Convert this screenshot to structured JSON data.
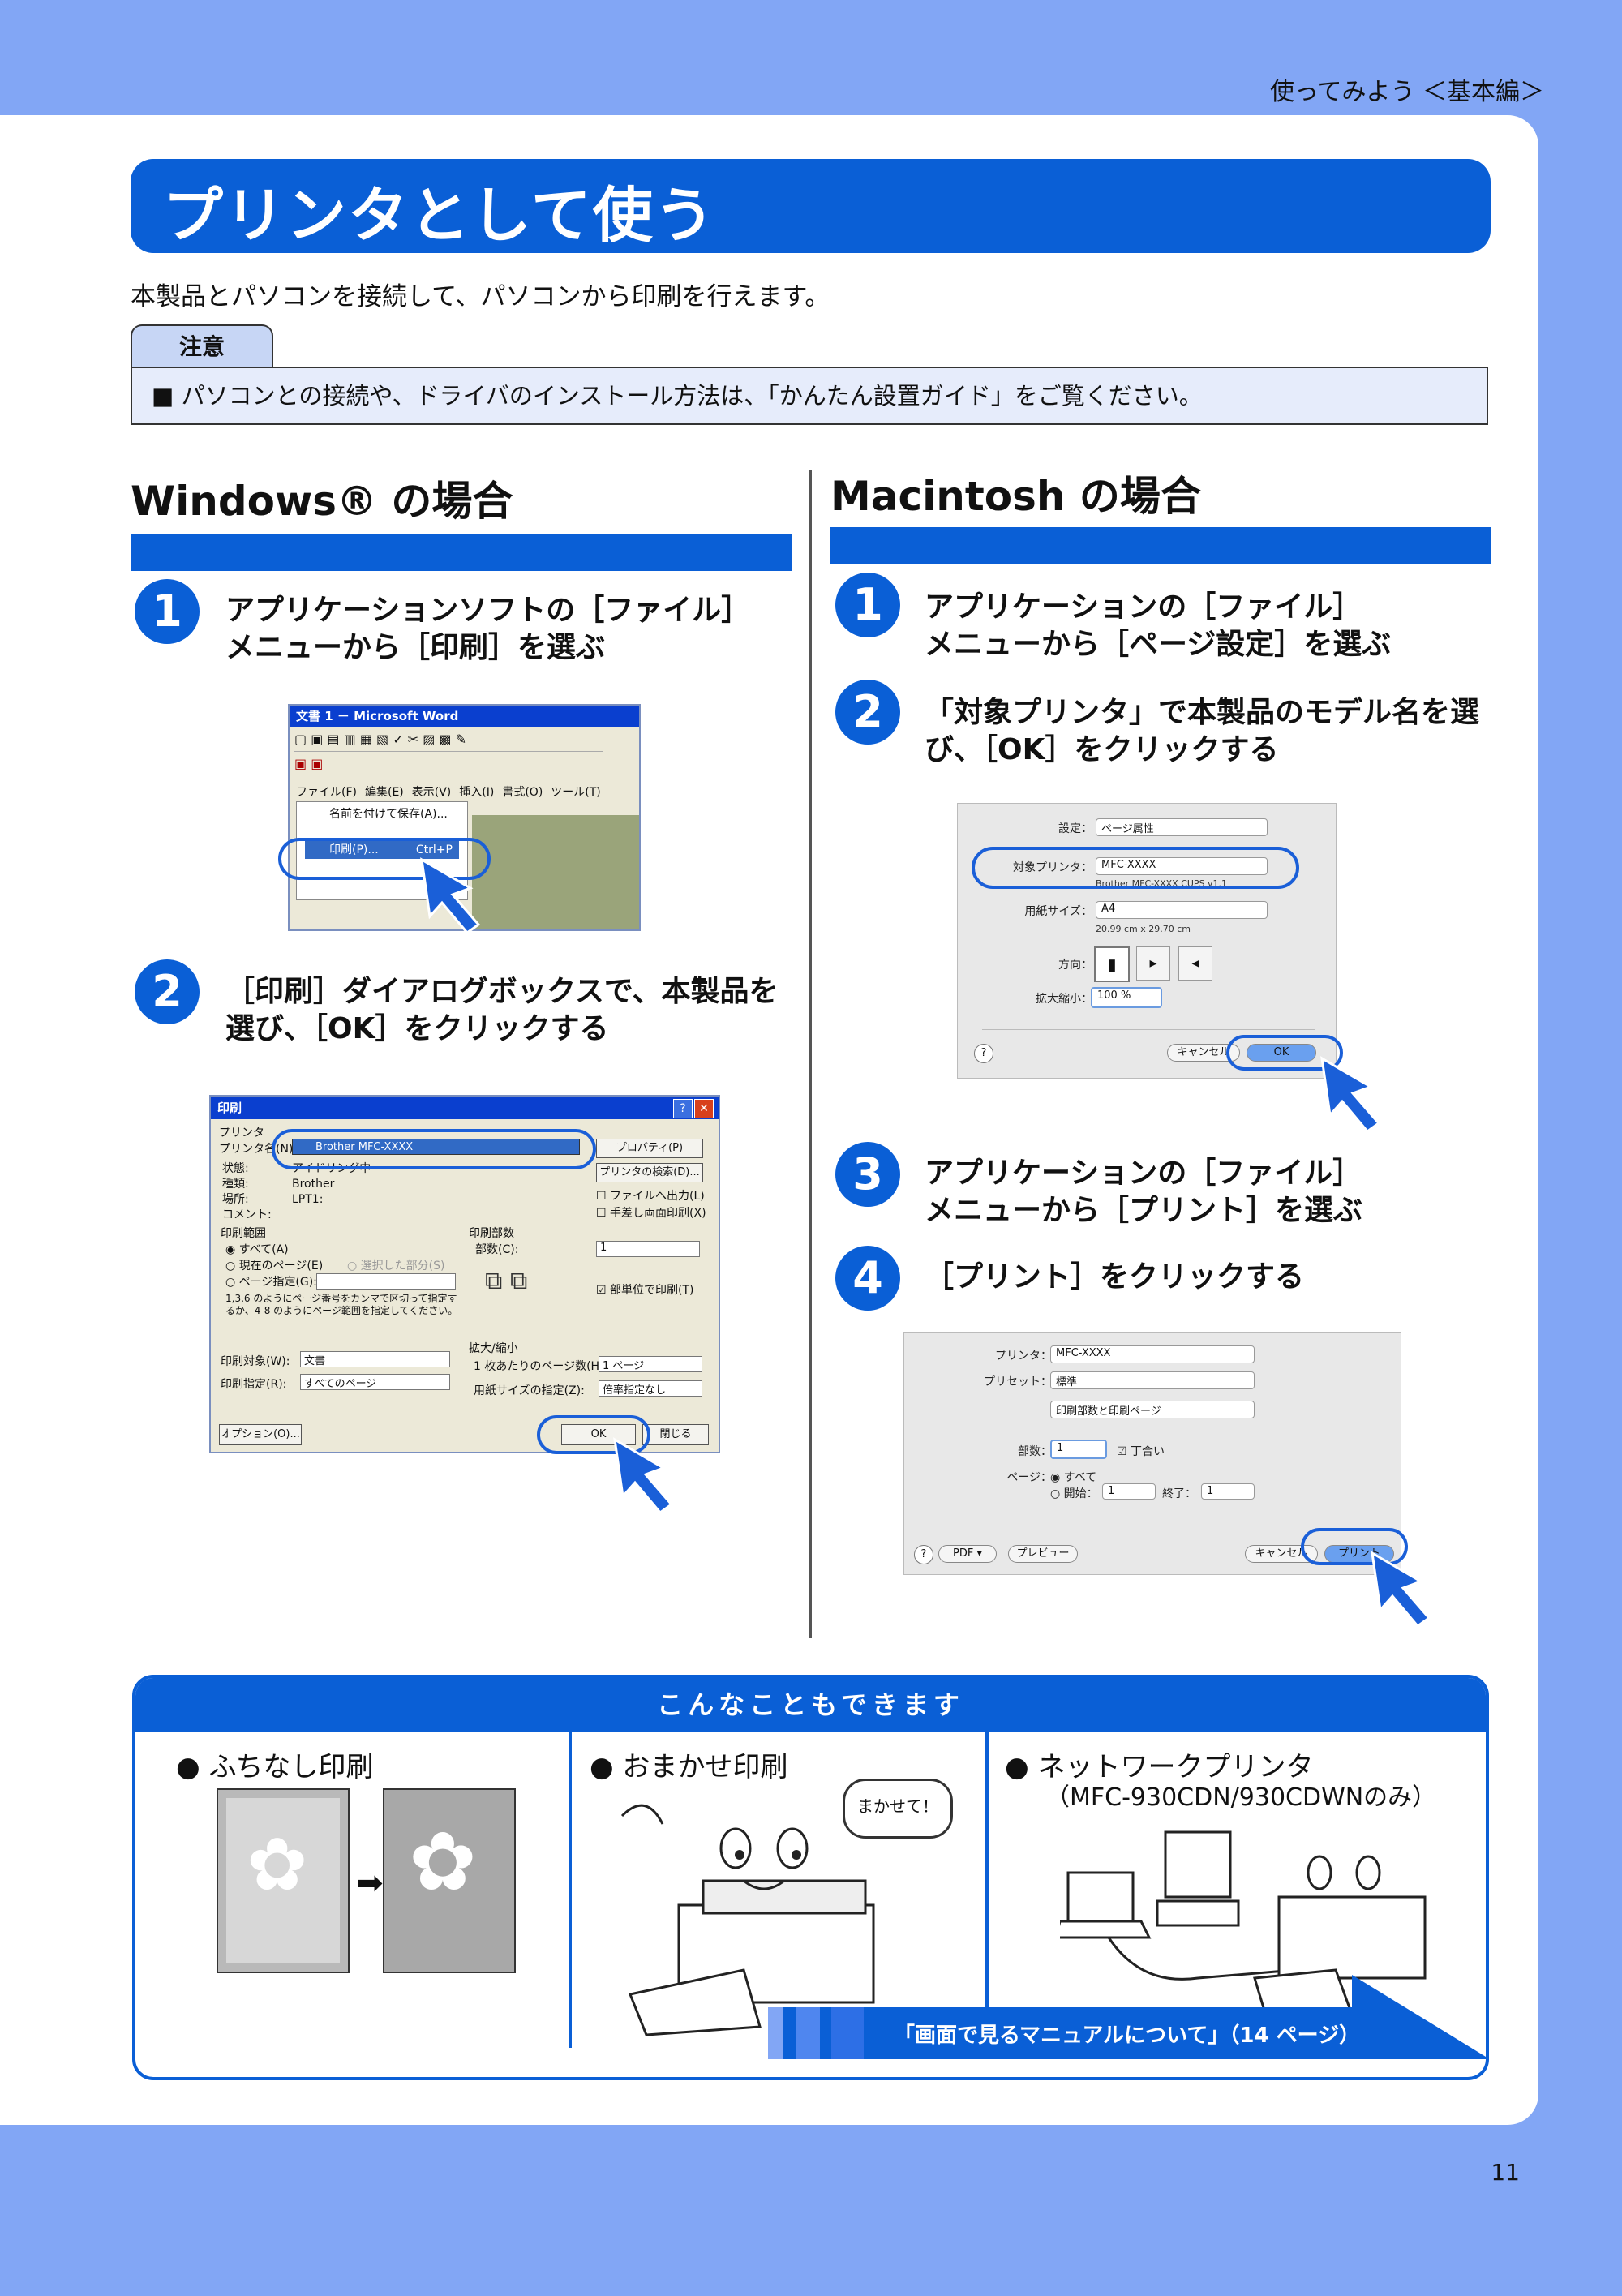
{
  "header": {
    "top_right": "使ってみよう ＜基本編＞",
    "page_number": "11"
  },
  "title": "プリンタとして使う",
  "intro": "本製品とパソコンを接続して、パソコンから印刷を行えます。",
  "note": {
    "tab": "注意",
    "text": "■ パソコンとの接続や、ドライバのインストール方法は、「かんたん設置ガイド」をご覧ください。"
  },
  "windows": {
    "title": "Windows® の場合",
    "steps": [
      {
        "num": "1",
        "text1": "アプリケーションソフトの［ファイル］",
        "text2": "メニューから［印刷］を選ぶ"
      },
      {
        "num": "2",
        "text1": "［印刷］ダイアログボックスで、本製品を",
        "text2": "選び、［OK］をクリックする"
      }
    ],
    "word": {
      "title": "文書 1 － Microsoft Word",
      "menu": [
        "ファイル(F)",
        "編集(E)",
        "表示(V)",
        "挿入(I)",
        "書式(O)",
        "ツール(T)"
      ],
      "item_save": "名前を付けて保存(A)...",
      "item_print": "印刷(P)...",
      "shortcut": "Ctrl+P"
    },
    "print_dialog": {
      "title": "印刷",
      "group_printer": "プリンタ",
      "label_name": "プリンタ名(N):",
      "printer_name": "Brother MFC-XXXX",
      "btn_props": "プロパティ(P)",
      "btn_find": "プリンタの検索(D)...",
      "status_labels": [
        "状態:",
        "種類:",
        "場所:",
        "コメント:"
      ],
      "status_values": [
        "アイドリング中",
        "Brother",
        "LPT1:",
        ""
      ],
      "chk_file": "ファイルへ出力(L)",
      "chk_duplex": "手差し両面印刷(X)",
      "group_range": "印刷範囲",
      "range_all": "すべて(A)",
      "range_current": "現在のページ(E)",
      "range_selection": "選択した部分(S)",
      "range_pages": "ページ指定(G):",
      "range_hint": "1,3,6 のようにページ番号をカンマで区切って指定するか、4-8 のようにページ範囲を指定してください。",
      "group_copies": "印刷部数",
      "copies_label": "部数(C):",
      "copies_value": "1",
      "collate": "部単位で印刷(T)",
      "print_what_label": "印刷対象(W):",
      "print_what": "文書",
      "print_label": "印刷指定(R):",
      "print_value": "すべてのページ",
      "group_zoom": "拡大/縮小",
      "pages_per_sheet_label": "1 枚あたりのページ数(H):",
      "pages_per_sheet": "1 ページ",
      "scale_label": "用紙サイズの指定(Z):",
      "scale_value": "倍率指定なし",
      "btn_options": "オプション(O)...",
      "btn_ok": "OK",
      "btn_close": "閉じる"
    }
  },
  "mac": {
    "title": "Macintosh の場合",
    "steps": [
      {
        "num": "1",
        "text1": "アプリケーションの［ファイル］",
        "text2": "メニューから［ページ設定］を選ぶ"
      },
      {
        "num": "2",
        "text1": "「対象プリンタ」で本製品のモデル名を選",
        "text2": "び、［OK］をクリックする"
      },
      {
        "num": "3",
        "text1": "アプリケーションの［ファイル］",
        "text2": "メニューから［プリント］を選ぶ"
      },
      {
        "num": "4",
        "text1": "［プリント］をクリックする",
        "text2": ""
      }
    ],
    "page_setup": {
      "settings_label": "設定：",
      "settings_value": "ページ属性",
      "printer_label": "対象プリンタ：",
      "printer_value": "MFC-XXXX",
      "printer_sub": "Brother MFC-XXXX CUPS v1.1",
      "paper_label": "用紙サイズ：",
      "paper_value": "A4",
      "paper_sub": "20.99 cm x 29.70 cm",
      "orient_label": "方向：",
      "scale_label": "拡大縮小：",
      "scale_value": "100 %",
      "help": "?",
      "btn_cancel": "キャンセル",
      "btn_ok": "OK"
    },
    "print": {
      "printer_label": "プリンタ：",
      "printer_value": "MFC-XXXX",
      "preset_label": "プリセット：",
      "preset_value": "標準",
      "panel_value": "印刷部数と印刷ページ",
      "copies_label": "部数：",
      "copies_value": "1",
      "collate": "丁合い",
      "pages_label": "ページ：",
      "pages_all": "すべて",
      "pages_from": "開始：",
      "from_value": "1",
      "pages_to": "終了：",
      "to_value": "1",
      "help": "?",
      "btn_pdf": "PDF ▾",
      "btn_preview": "プレビュー",
      "btn_cancel": "キャンセル",
      "btn_print": "プリント"
    }
  },
  "bottom": {
    "header": "こんなこともできます",
    "col1": "● ふちなし印刷",
    "col2": "● おまかせ印刷",
    "col2_bubble": "まかせて！",
    "col3_line1": "● ネットワークプリンタ",
    "col3_line2": "（MFC-930CDN/930CDWNのみ）",
    "ref": "「画面で見るマニュアルについて」（14 ページ）"
  },
  "colors": {
    "blue": "#0a5fd6",
    "page_bg": "#82a6f5"
  }
}
